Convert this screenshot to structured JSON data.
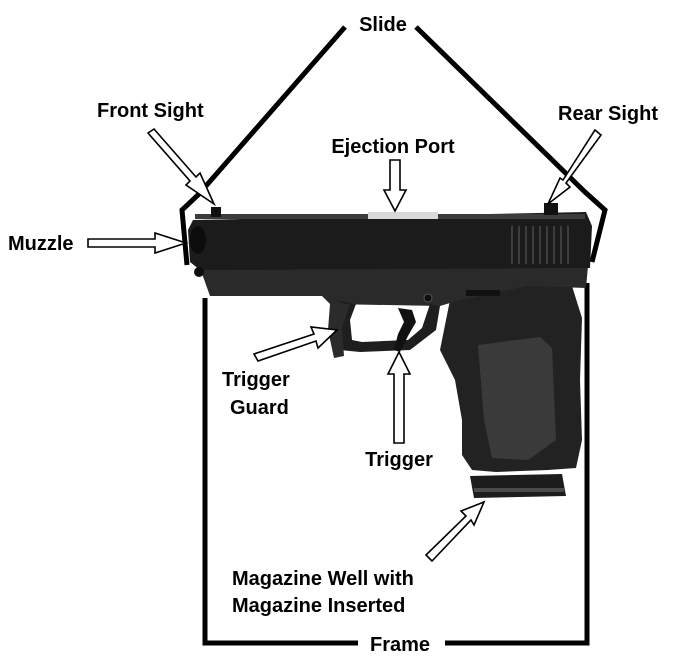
{
  "labels": {
    "slide": "Slide",
    "front_sight": "Front Sight",
    "rear_sight": "Rear Sight",
    "ejection_port": "Ejection Port",
    "muzzle": "Muzzle",
    "trigger_guard_line1": "Trigger",
    "trigger_guard_line2": "Guard",
    "trigger": "Trigger",
    "magazine_line1": "Magazine Well with",
    "magazine_line2": "Magazine Inserted",
    "frame": "Frame"
  },
  "colors": {
    "ink": "#000000",
    "background": "#ffffff",
    "pistol_dark": "#1a1a1a",
    "pistol_mid": "#2c2c2c"
  }
}
